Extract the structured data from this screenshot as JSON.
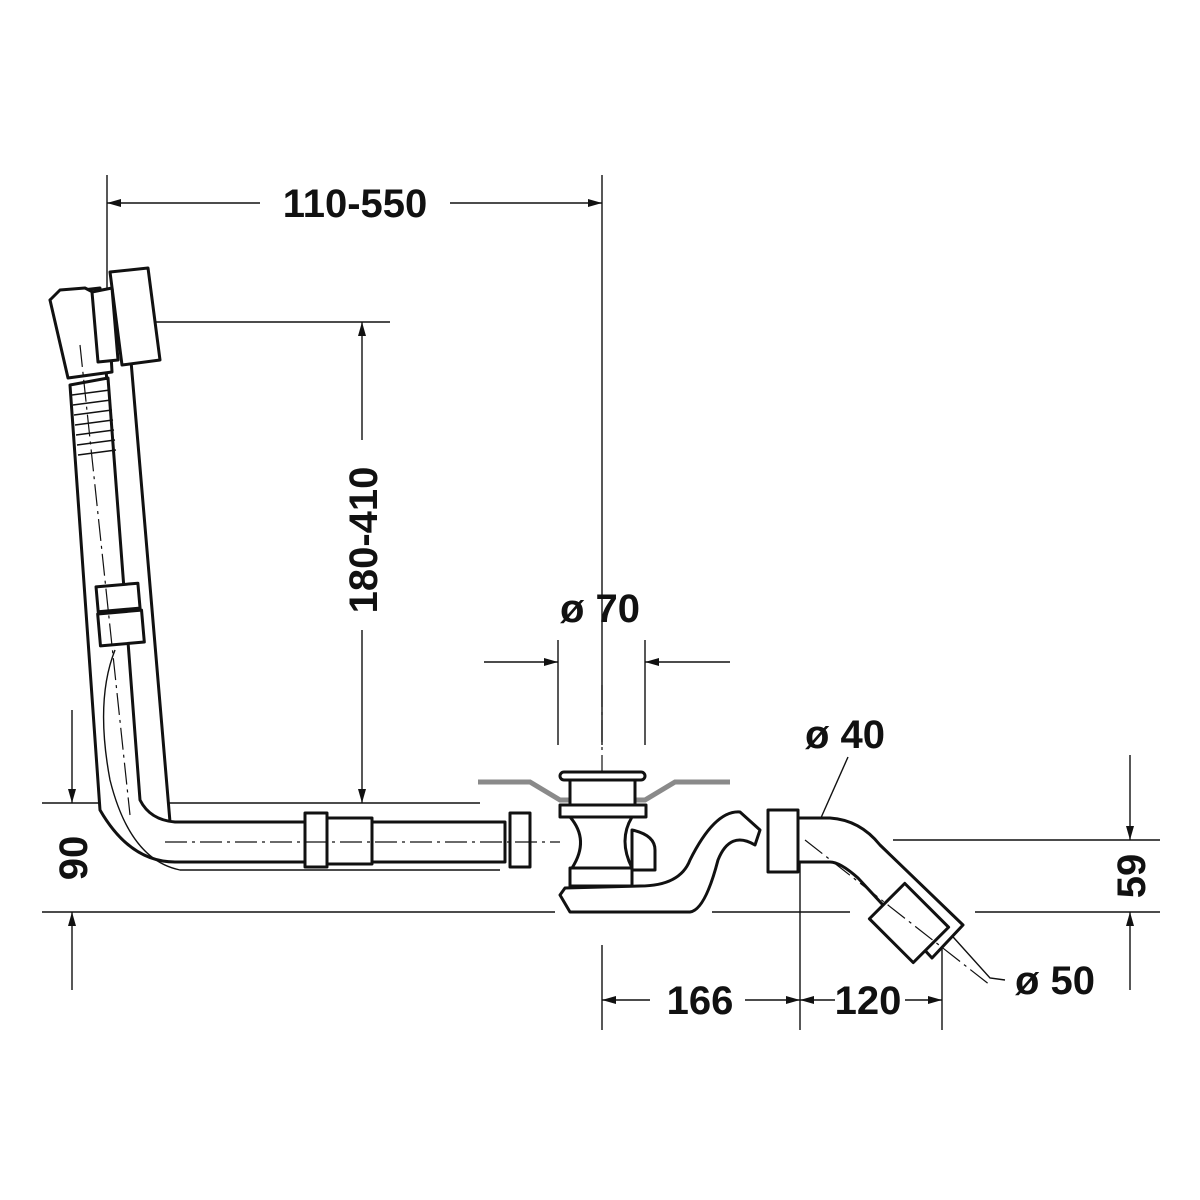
{
  "drawing": {
    "dimensions": {
      "overflow_span": "110-550",
      "overflow_height": "180-410",
      "outlet_diameter": "ø 70",
      "trap_diameter": "ø 40",
      "floor_height": "90",
      "outlet_height": "59",
      "trap_offset": "166",
      "elbow_offset": "120",
      "drain_diameter": "ø 50"
    },
    "colors": {
      "line": "#111111",
      "bath_edge": "#8a8a8a"
    }
  }
}
